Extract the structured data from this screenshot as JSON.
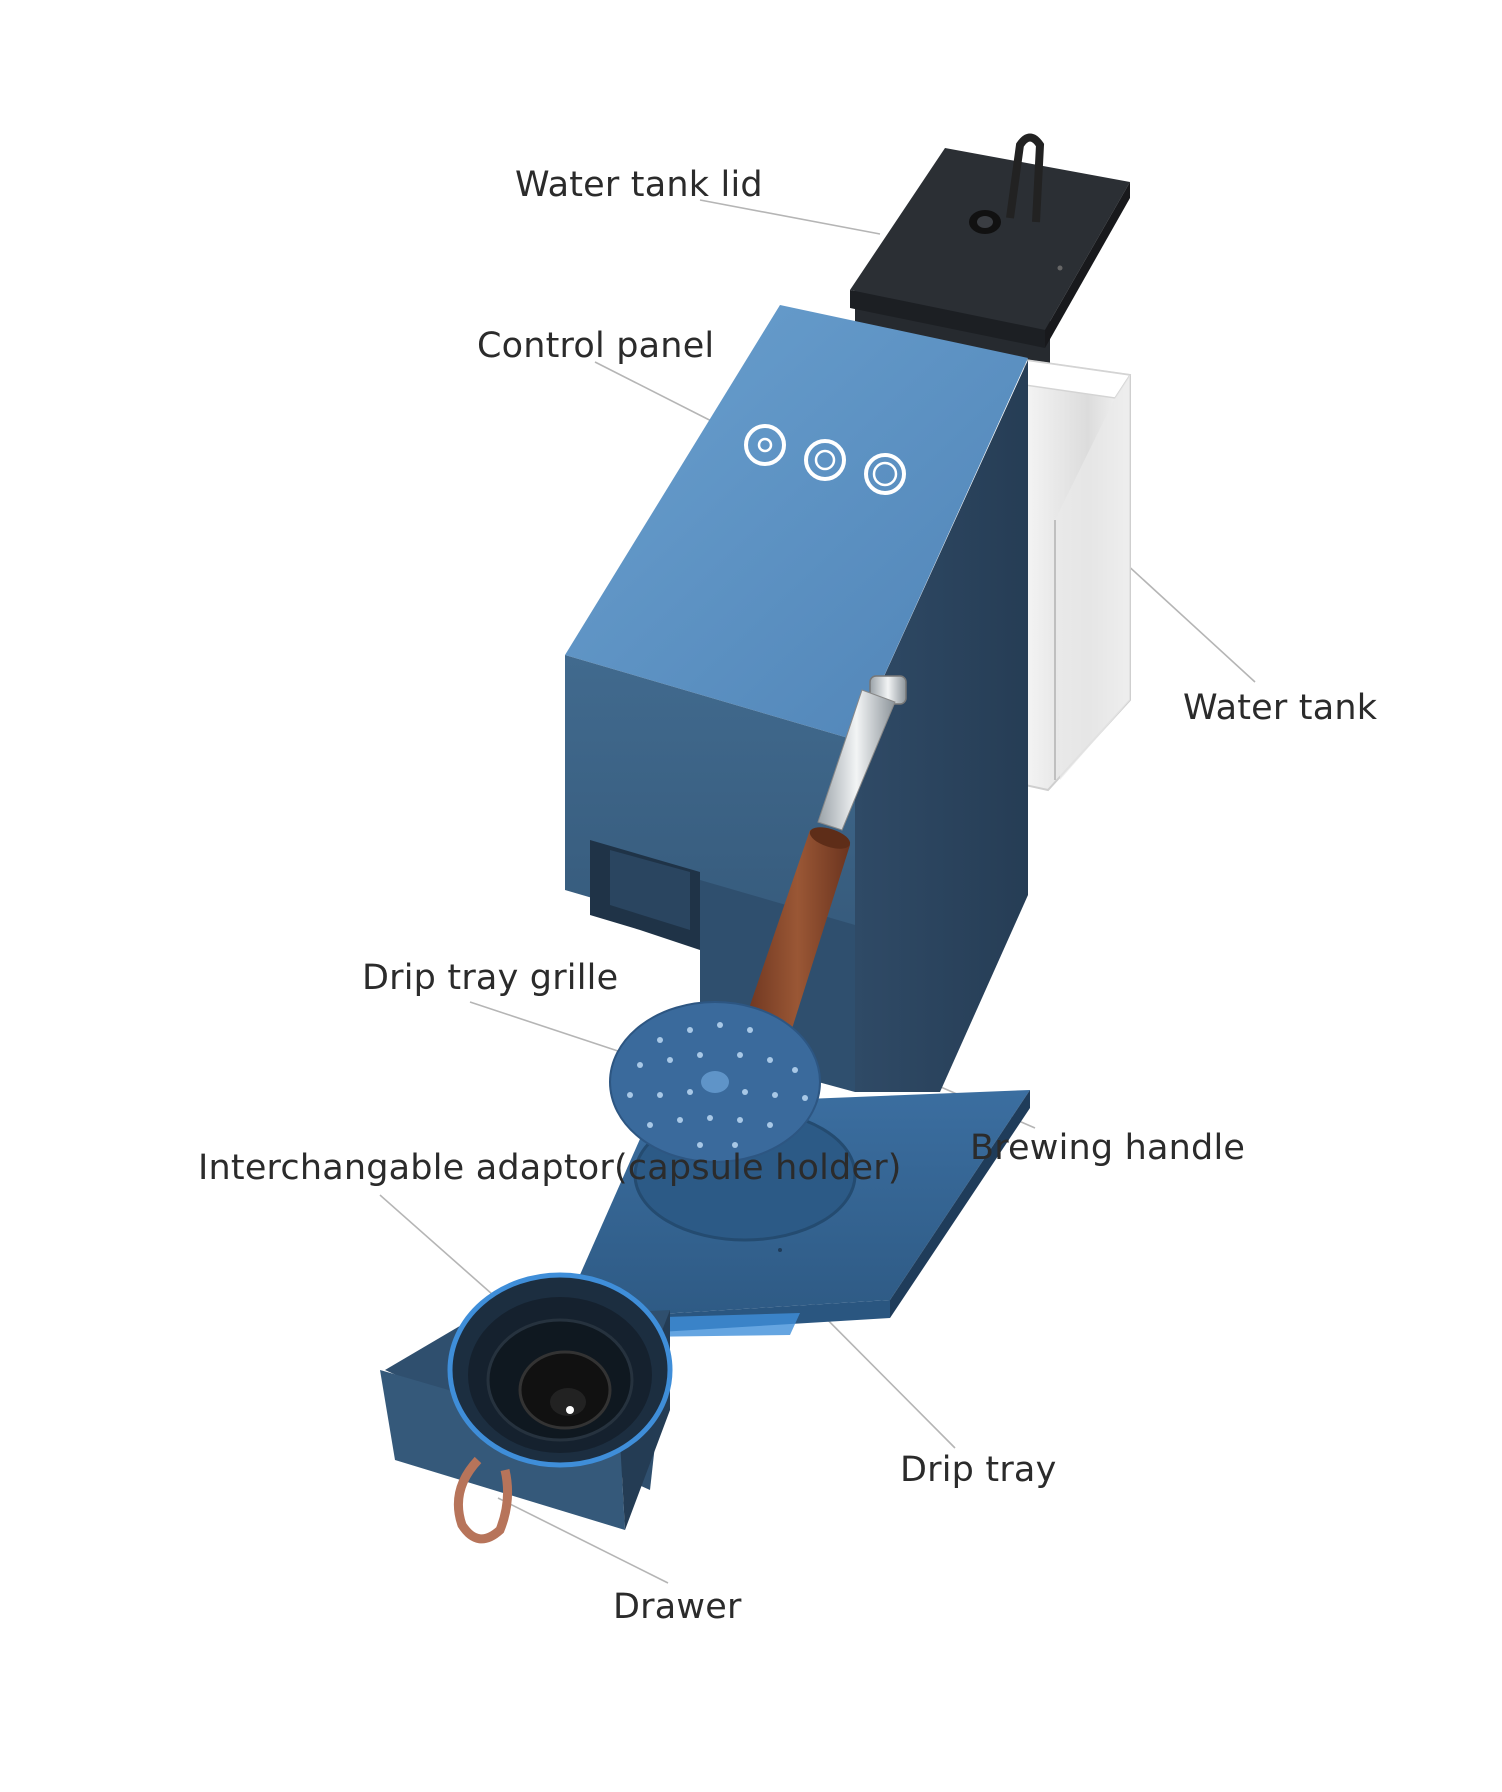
{
  "labels": {
    "water_tank_lid": "Water tank lid",
    "control_panel": "Control panel",
    "water_tank": "Water tank",
    "drip_tray_grille": "Drip tray grille",
    "brewing_handle": "Brewing handle",
    "capsule_adaptor": "Interchangable adaptor(capsule holder)",
    "drip_tray": "Drip tray",
    "drawer": "Drawer"
  },
  "colors": {
    "body_blue": "#3f6f99",
    "top_blue": "#5b91c3",
    "dark_side": "#2f4a66",
    "lid_black": "#2a2d31",
    "wood": "#8a4a2c",
    "copper": "#b7745a",
    "leader_line": "#b5b5b5",
    "text": "#2b2b2b"
  }
}
